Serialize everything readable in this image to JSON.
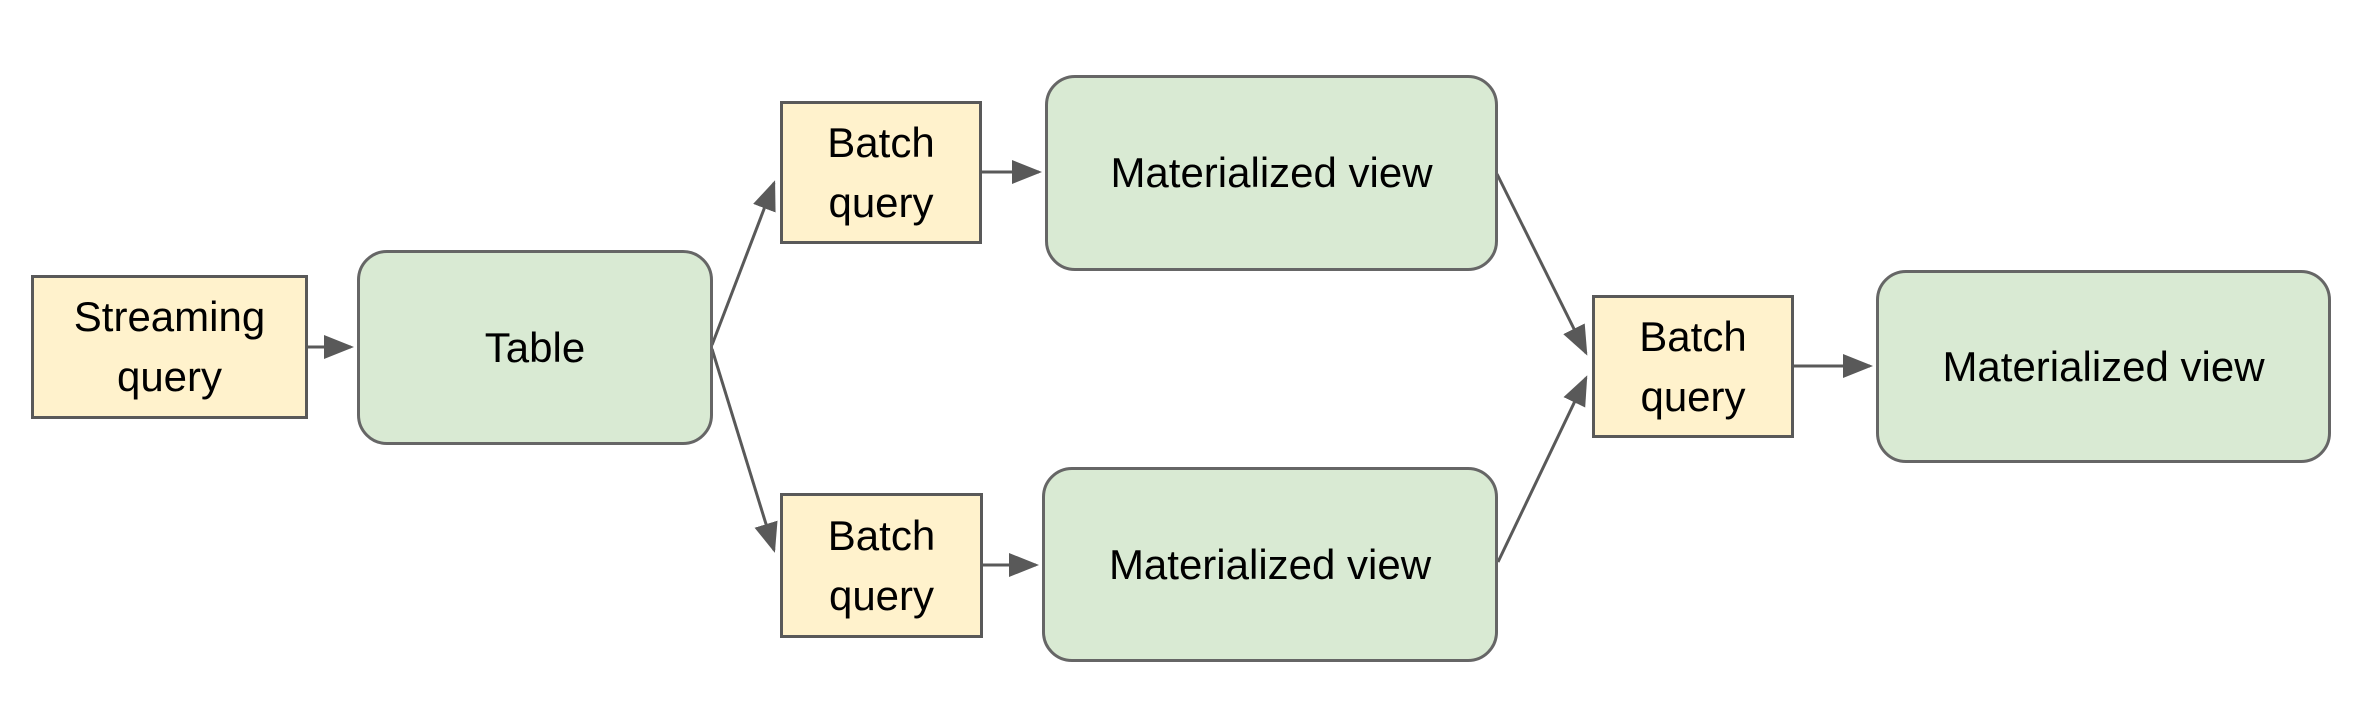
{
  "diagram": {
    "background_color": "#ffffff",
    "colors": {
      "query_box_fill": "#FFF2CC",
      "query_box_border": "#595959",
      "view_box_fill": "#D9EAD3",
      "view_box_border": "#666666",
      "connector": "#595959",
      "text": "#000000"
    },
    "nodes": [
      {
        "id": "streaming-query",
        "label": "Streaming query",
        "shape": "rectangle",
        "role": "query"
      },
      {
        "id": "table",
        "label": "Table",
        "shape": "rounded-rectangle",
        "role": "store"
      },
      {
        "id": "batch-query-top",
        "label": "Batch query",
        "shape": "rectangle",
        "role": "query"
      },
      {
        "id": "materialized-view-top",
        "label": "Materialized view",
        "shape": "rounded-rectangle",
        "role": "store"
      },
      {
        "id": "batch-query-bottom",
        "label": "Batch query",
        "shape": "rectangle",
        "role": "query"
      },
      {
        "id": "materialized-view-bottom",
        "label": "Materialized view",
        "shape": "rounded-rectangle",
        "role": "store"
      },
      {
        "id": "batch-query-final",
        "label": "Batch query",
        "shape": "rectangle",
        "role": "query"
      },
      {
        "id": "materialized-view-final",
        "label": "Materialized view",
        "shape": "rounded-rectangle",
        "role": "store"
      }
    ],
    "edges": [
      {
        "from": "streaming-query",
        "to": "table"
      },
      {
        "from": "table",
        "to": "batch-query-top"
      },
      {
        "from": "table",
        "to": "batch-query-bottom"
      },
      {
        "from": "batch-query-top",
        "to": "materialized-view-top"
      },
      {
        "from": "batch-query-bottom",
        "to": "materialized-view-bottom"
      },
      {
        "from": "materialized-view-top",
        "to": "batch-query-final"
      },
      {
        "from": "materialized-view-bottom",
        "to": "batch-query-final"
      },
      {
        "from": "batch-query-final",
        "to": "materialized-view-final"
      }
    ]
  }
}
